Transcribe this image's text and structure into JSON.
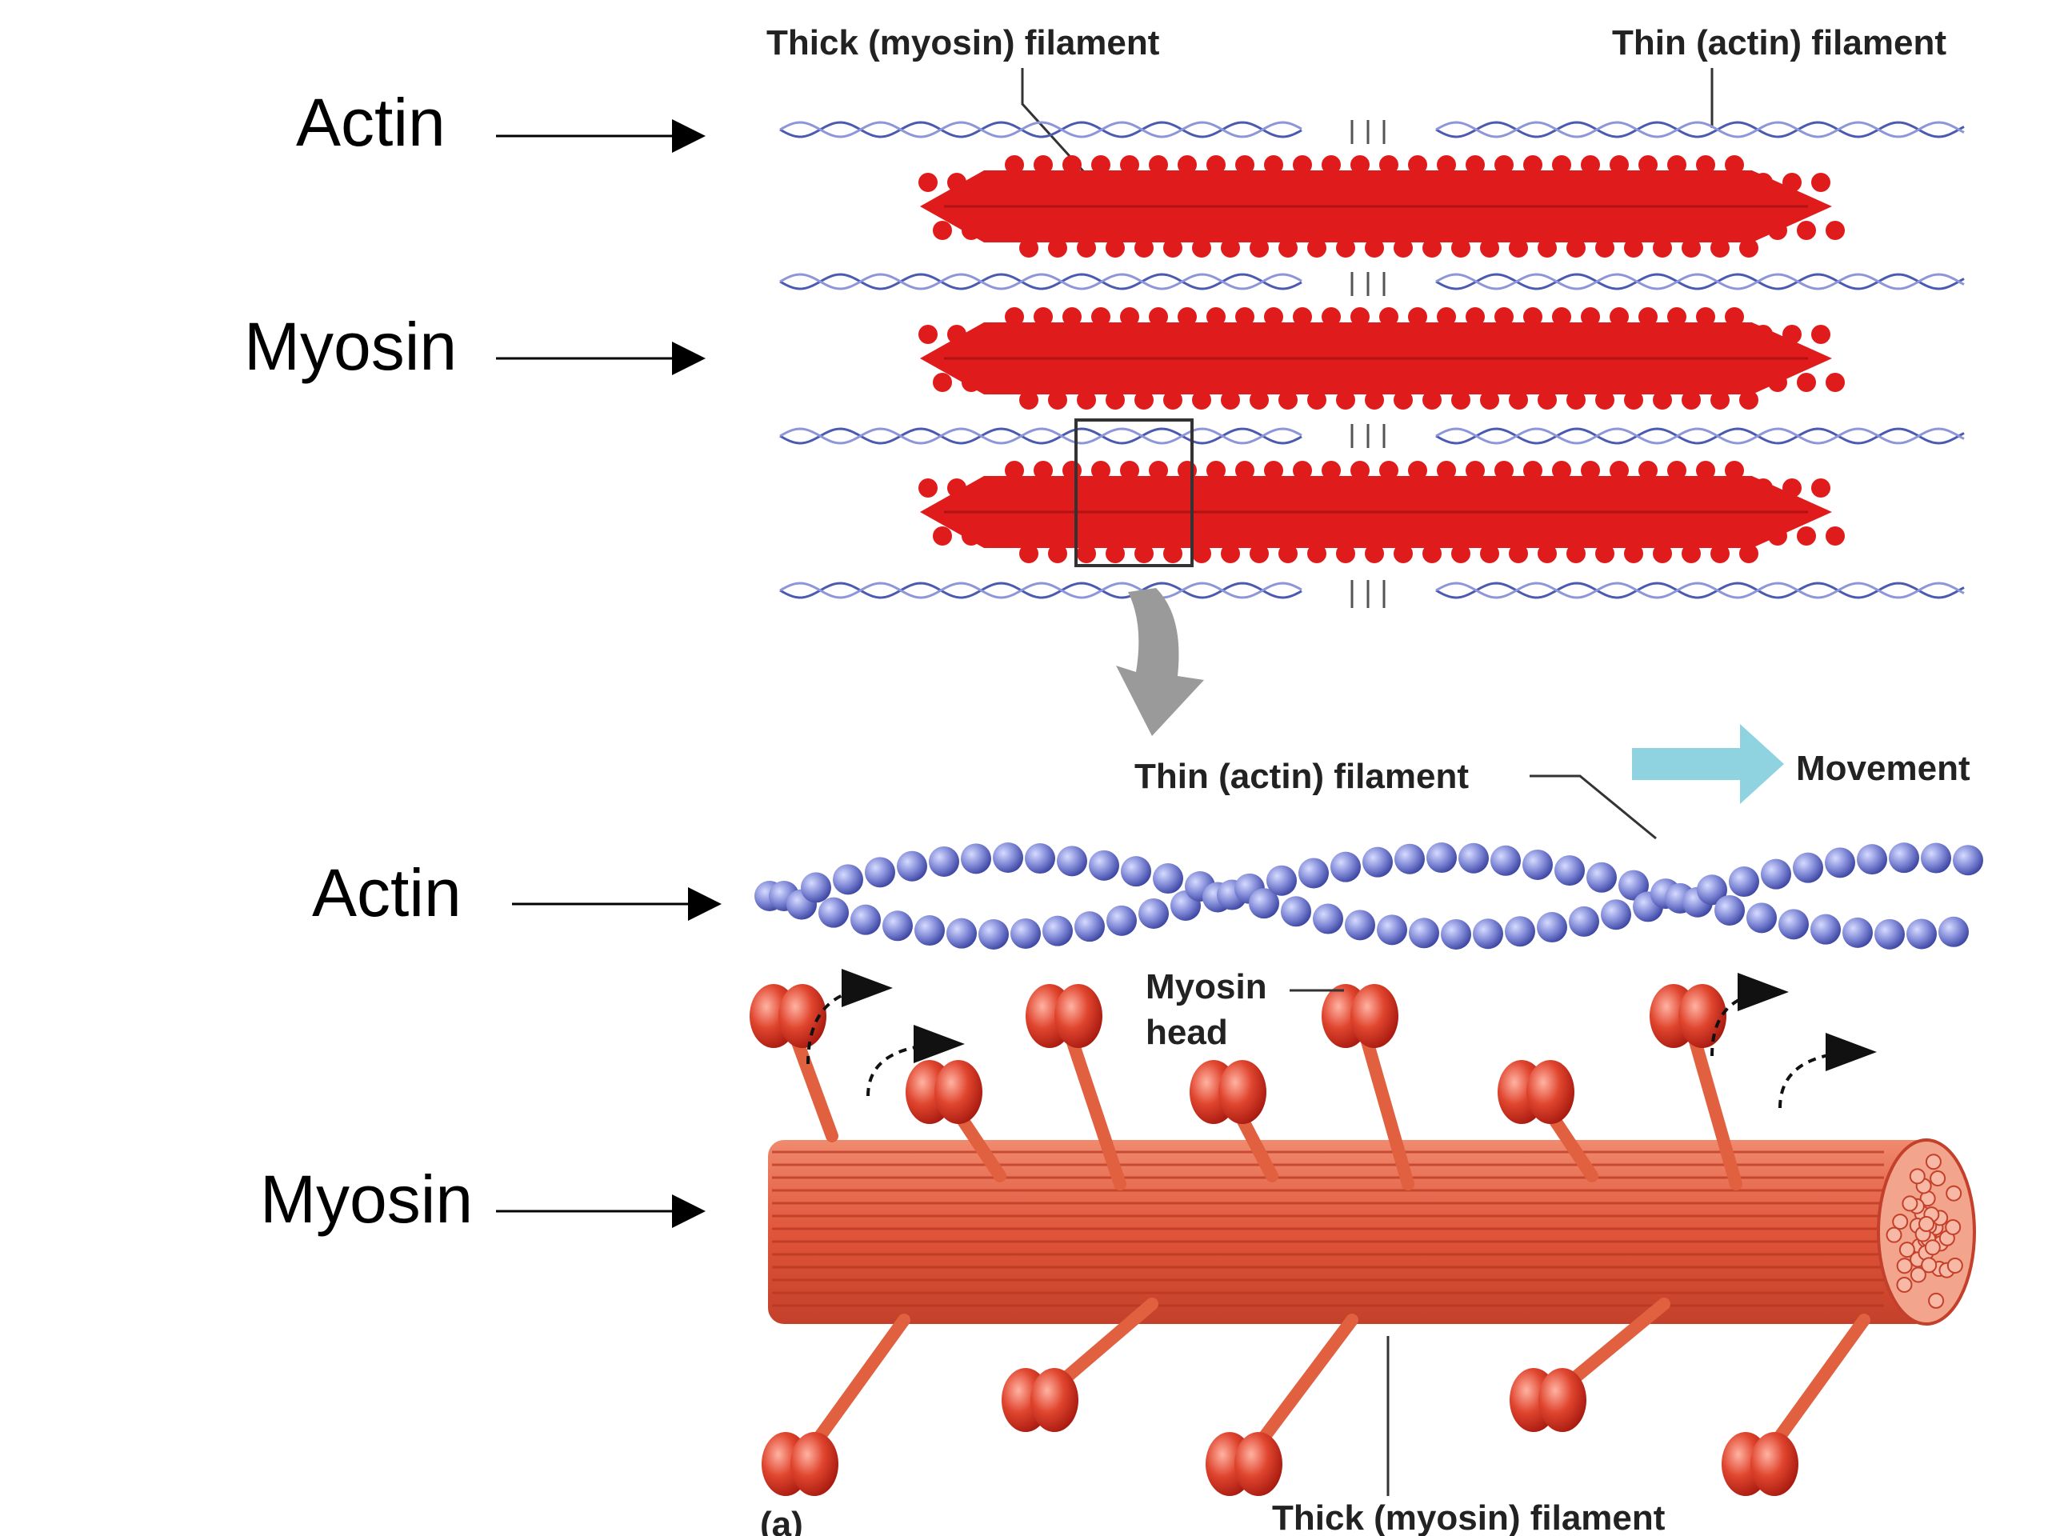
{
  "side_labels": {
    "actin_top": "Actin",
    "myosin_top": "Myosin",
    "actin_bottom": "Actin",
    "myosin_bottom": "Myosin"
  },
  "figure_labels": {
    "thick_filament_top": "Thick (myosin) filament",
    "thin_filament_top": "Thin (actin) filament",
    "thin_filament_zoom": "Thin (actin) filament",
    "movement": "Movement",
    "myosin_head_line1": "Myosin",
    "myosin_head_line2": "head",
    "thick_filament_bottom": "Thick (myosin) filament",
    "panel_letter": "(a)"
  },
  "colors": {
    "thick_filament": "#e01b1b",
    "thin_filament": "#4a5ab0",
    "actin_bead": "#7f88d6",
    "myosin_rod": "#e0603f",
    "movement_arrow": "#8fd3e0",
    "zoom_arrow": "#9a9a9a"
  },
  "icons": {
    "movement": "right-arrow-icon",
    "zoom": "curved-down-arrow-icon"
  }
}
